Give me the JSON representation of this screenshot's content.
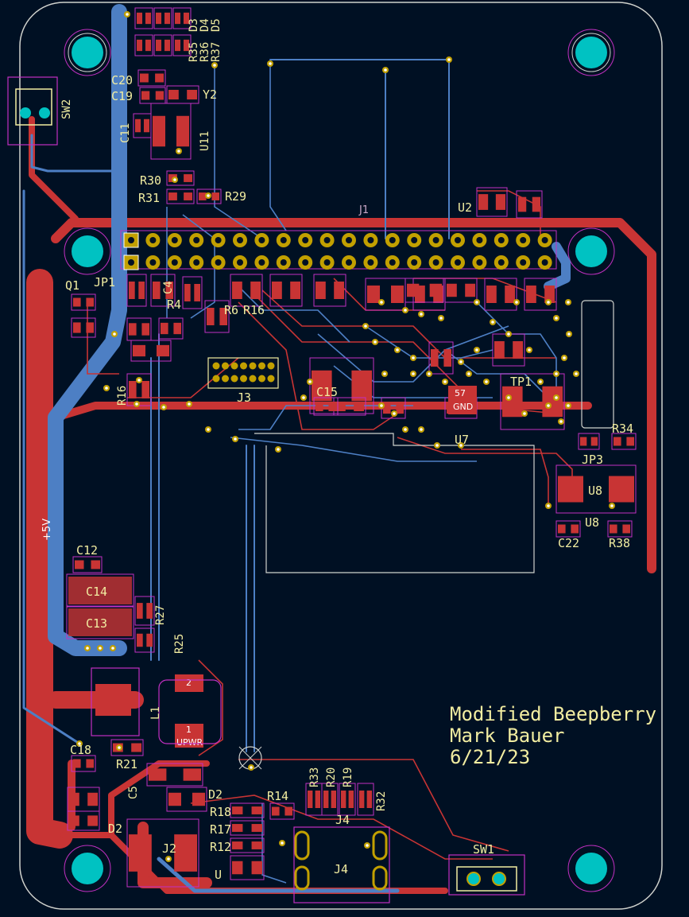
{
  "board": {
    "title_block": {
      "line1": "Modified Beepberry",
      "line2": "Mark Bauer",
      "line3": "6/21/23"
    },
    "net_label": "+5V",
    "colors": {
      "background": "#001023",
      "board_edge": "#d0d2cd",
      "copper_front": "#c83434",
      "copper_back": "#4d7fc4",
      "silkscreen": "#f2eda1",
      "courtyard": "#c230c2",
      "mounting_hole": "#00c2c2",
      "pad_gold": "#c2a000"
    },
    "labels": {
      "D3": "D3",
      "D4": "D4",
      "D5": "D5",
      "R35": "R35",
      "R36": "R36",
      "R37": "R37",
      "C20": "C20",
      "C19": "C19",
      "Y2": "Y2",
      "C11": "C11",
      "U11": "U11",
      "SW2": "SW2",
      "R30": "R30",
      "R31": "R31",
      "R29": "R29",
      "J1": "J1",
      "U2": "U2",
      "Q1": "Q1",
      "JP1": "JP1",
      "C4": "C4",
      "R4": "R4",
      "R6": "R6",
      "R16": "R16",
      "J3": "J3",
      "R16b": "R16",
      "C15": "C15",
      "57": "57",
      "GND": "GND",
      "TP1": "TP1",
      "U7": "U7",
      "R34": "R34",
      "JP3": "JP3",
      "U8": "U8",
      "C22": "C22",
      "R38": "R38",
      "C12": "C12",
      "C14": "C14",
      "C13": "C13",
      "R27": "R27",
      "R25": "R25",
      "L1": "L1",
      "C18": "C18",
      "R21": "R21",
      "UPWR": "UPWR",
      "pad1": "1",
      "pad2": "2",
      "C5": "C5",
      "D2": "D2",
      "R18": "R18",
      "R17": "R17",
      "R12": "R12",
      "J2": "J2",
      "U": "U",
      "R14": "R14",
      "R33": "R33",
      "R20": "R20",
      "R19": "R19",
      "R32": "R32",
      "J4": "J4",
      "SW1": "SW1",
      "D2b": "D2"
    }
  }
}
